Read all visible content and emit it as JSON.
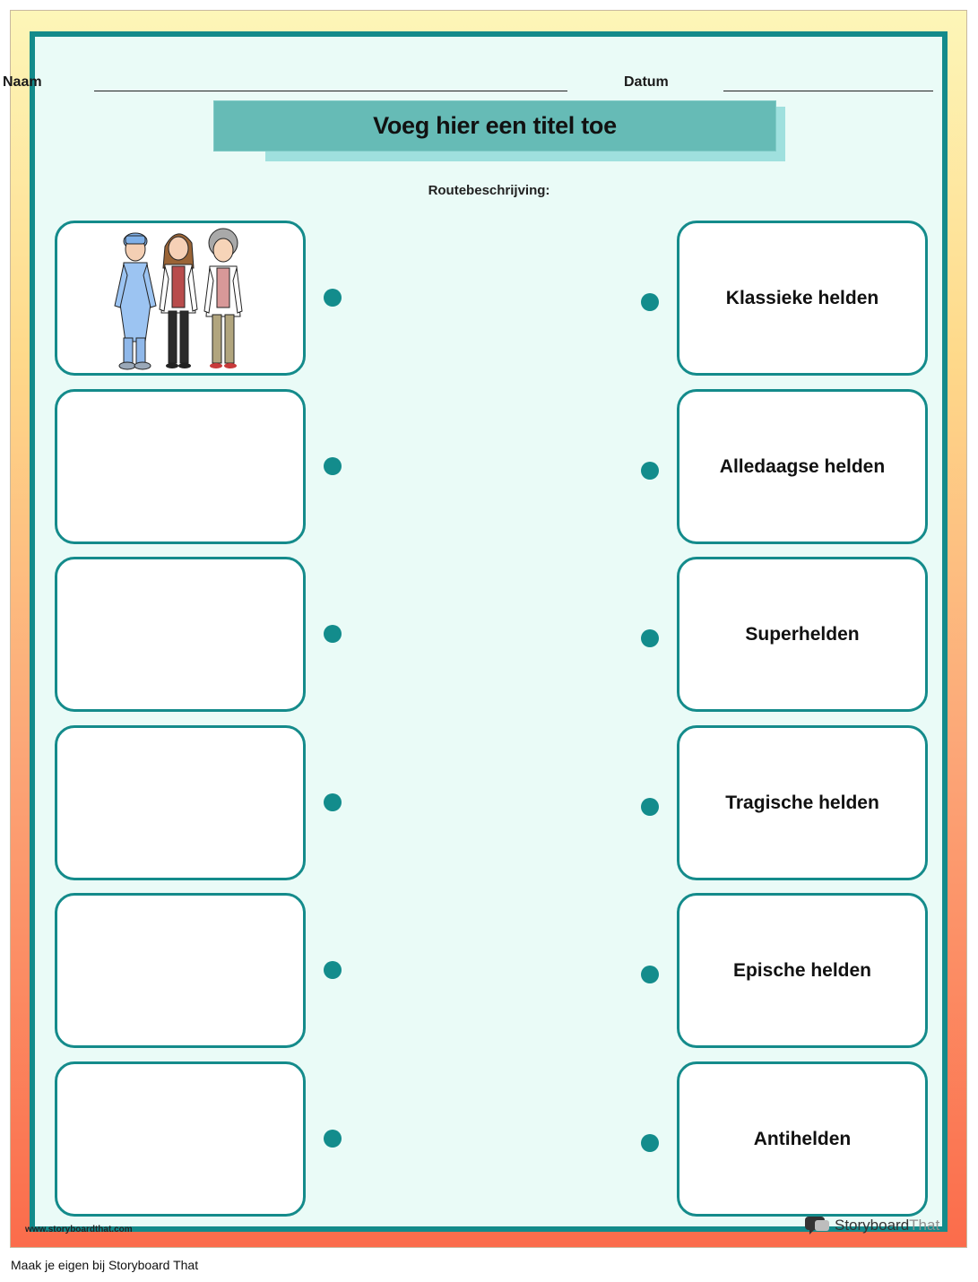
{
  "header": {
    "name_label": "Naam",
    "date_label": "Datum"
  },
  "title": "Voeg hier een titel toe",
  "directions": "Routebeschrijving:",
  "left_boxes": [
    {
      "image": "medical-team-illustration"
    },
    {
      "image": ""
    },
    {
      "image": ""
    },
    {
      "image": ""
    },
    {
      "image": ""
    },
    {
      "image": ""
    }
  ],
  "right_boxes": [
    {
      "label": "Klassieke helden"
    },
    {
      "label": "Alledaagse helden"
    },
    {
      "label": "Superhelden"
    },
    {
      "label": "Tragische helden"
    },
    {
      "label": "Epische helden"
    },
    {
      "label": "Antihelden"
    }
  ],
  "watermark_url": "www.storyboardthat.com",
  "brand": {
    "part1": "Storyboard",
    "part2": "That"
  },
  "footer": "Maak je eigen bij Storyboard That",
  "colors": {
    "panel_border": "#148b8b",
    "panel_bg": "#eafbf7",
    "title_bg": "#66bbb6",
    "title_shadow": "#9fe0de",
    "dot": "#138c8c"
  }
}
